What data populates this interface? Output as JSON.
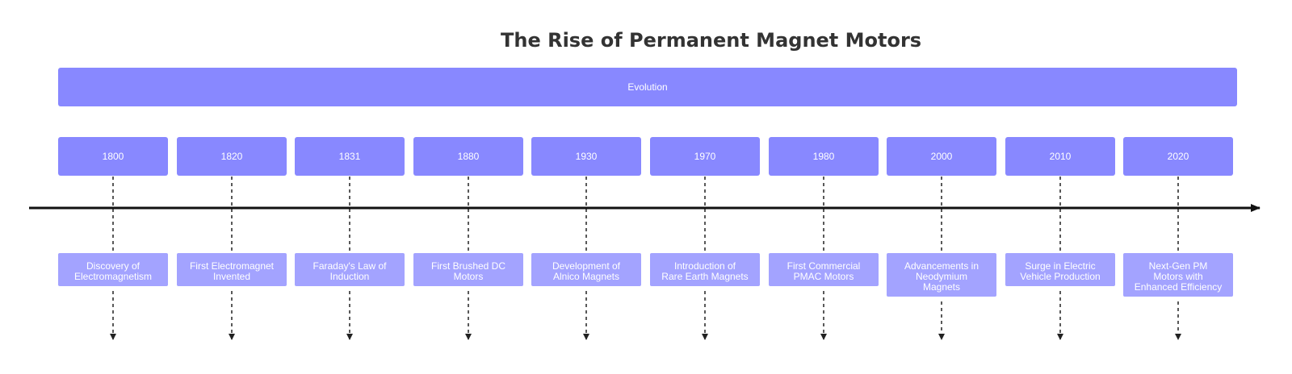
{
  "title": "The Rise of Permanent Magnet Motors",
  "section": {
    "label": "Evolution"
  },
  "colors": {
    "period_fill": "#8888ff",
    "event_fill": "#a3a3ff",
    "axis": "#111111",
    "connector": "#222222",
    "title": "#333333"
  },
  "periods": [
    {
      "year": "1800",
      "event_lines": [
        "Discovery of",
        "Electromagnetism"
      ]
    },
    {
      "year": "1820",
      "event_lines": [
        "First Electromagnet",
        "Invented"
      ]
    },
    {
      "year": "1831",
      "event_lines": [
        "Faraday's Law of",
        "Induction"
      ]
    },
    {
      "year": "1880",
      "event_lines": [
        "First Brushed DC",
        "Motors"
      ]
    },
    {
      "year": "1930",
      "event_lines": [
        "Development of",
        "Alnico Magnets"
      ]
    },
    {
      "year": "1970",
      "event_lines": [
        "Introduction of",
        "Rare Earth Magnets"
      ]
    },
    {
      "year": "1980",
      "event_lines": [
        "First Commercial",
        "PMAC Motors"
      ]
    },
    {
      "year": "2000",
      "event_lines": [
        "Advancements in",
        "Neodymium",
        "Magnets"
      ]
    },
    {
      "year": "2010",
      "event_lines": [
        "Surge in Electric",
        "Vehicle Production"
      ]
    },
    {
      "year": "2020",
      "event_lines": [
        "Next-Gen PM",
        "Motors with",
        "Enhanced Efficiency"
      ]
    }
  ]
}
